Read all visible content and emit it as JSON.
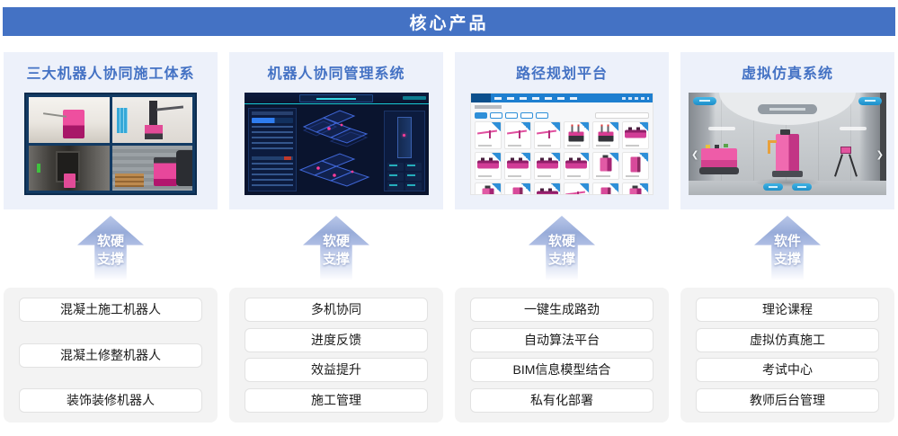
{
  "header": {
    "title": "核心产品"
  },
  "colors": {
    "banner_blue": "#4472c4",
    "column_title_blue": "#4472c4",
    "card_background": "#edf1fa",
    "panel_background": "#f3f3f3",
    "robot_pink_accent": "#e8479b",
    "catalog_blue": "#1e7fd0",
    "simulation_button_blue": "#2f9fd8"
  },
  "columns": [
    {
      "title": "三大机器人协同施工体系",
      "arrow": {
        "line1": "软硬",
        "line2": "支撑"
      },
      "items": [
        "混凝土施工机器人",
        "混凝土修整机器人",
        "装饰装修机器人"
      ]
    },
    {
      "title": "机器人协同管理系统",
      "arrow": {
        "line1": "软硬",
        "line2": "支撑"
      },
      "items": [
        "多机协同",
        "进度反馈",
        "效益提升",
        "施工管理"
      ]
    },
    {
      "title": "路径规划平台",
      "arrow": {
        "line1": "软硬",
        "line2": "支撑"
      },
      "items": [
        "一键生成路劲",
        "自动算法平台",
        "BIM信息模型结合",
        "私有化部署"
      ]
    },
    {
      "title": "虚拟仿真系统",
      "arrow": {
        "line1": "软件",
        "line2": "支撑"
      },
      "items": [
        "理论课程",
        "虚拟仿真施工",
        "考试中心",
        "教师后台管理"
      ]
    }
  ]
}
